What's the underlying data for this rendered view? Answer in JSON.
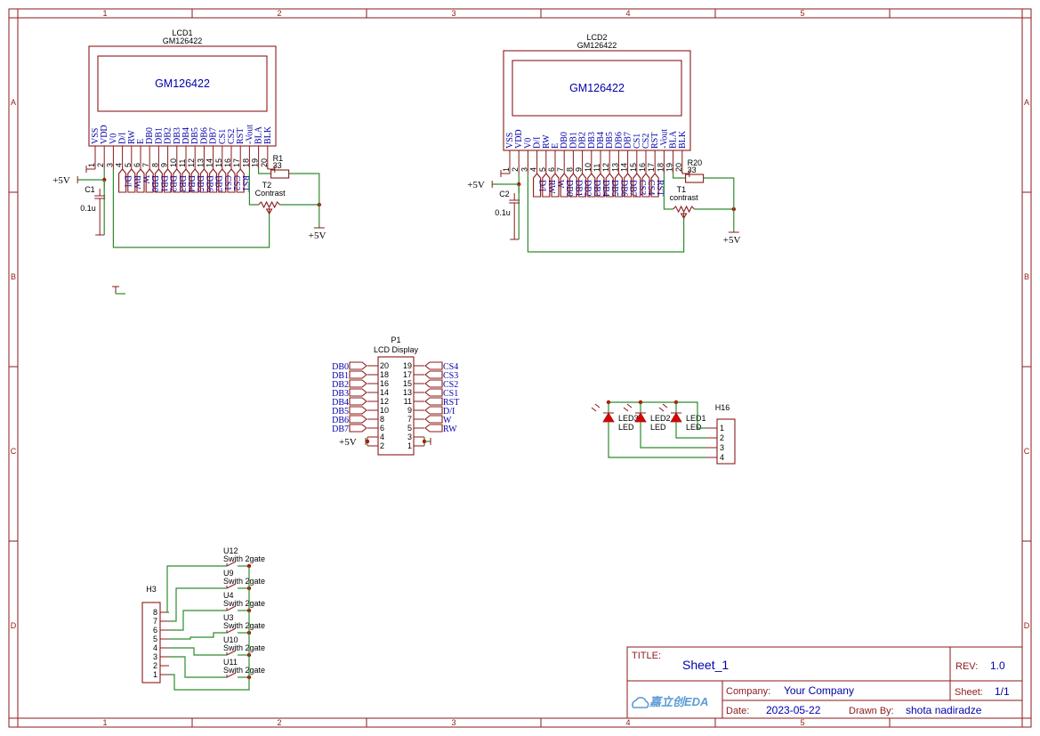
{
  "zones": {
    "columns": [
      "1",
      "2",
      "3",
      "4",
      "5"
    ],
    "rows": [
      "A",
      "B",
      "C",
      "D"
    ]
  },
  "lcd1": {
    "ref": "LCD1",
    "value": "GM126422",
    "screen_text": "GM126422",
    "pins": [
      "VSS",
      "VDD",
      "V0",
      "D/I",
      "RW",
      "E",
      "DB0",
      "DB1",
      "DB2",
      "DB3",
      "DB4",
      "DB5",
      "DB6",
      "DB7",
      "CS1",
      "CS2",
      "RST",
      "-Vout",
      "BLA",
      "BLK"
    ],
    "net_labels": [
      "D/I",
      "RW",
      "W",
      "DB0",
      "DB1",
      "DB2",
      "DB3",
      "DB4",
      "DB5",
      "DB6",
      "DB7",
      "CS1",
      "CS2",
      "RST"
    ],
    "c_ref": "C1",
    "c_value": "0.1u",
    "r_ref": "R1",
    "r_value": "33",
    "pot_ref": "T2",
    "pot_value": "Contrast",
    "supply_left": "+5V",
    "supply_right": "+5V"
  },
  "lcd2": {
    "ref": "LCD2",
    "value": "GM126422",
    "screen_text": "GM126422",
    "pins": [
      "VSS",
      "VDD",
      "V0",
      "D/I",
      "RW",
      "E",
      "DB0",
      "DB1",
      "DB2",
      "DB3",
      "DB4",
      "DB5",
      "DB6",
      "DB7",
      "CS1",
      "CS2",
      "RST",
      "-Vout",
      "BLA",
      "BLK"
    ],
    "net_labels": [
      "D/I",
      "RW",
      "W",
      "DB0",
      "DB1",
      "DB2",
      "DB3",
      "DB4",
      "DB5",
      "DB6",
      "DB7",
      "CS3",
      "CS4",
      "RST"
    ],
    "c_ref": "C2",
    "c_value": "0.1u",
    "r_ref": "R20",
    "r_value": "33",
    "pot_ref": "T1",
    "pot_value": "contrast",
    "supply_left": "+5V",
    "supply_right": "+5V"
  },
  "p1": {
    "ref": "P1",
    "value": "LCD Display",
    "left_pins": [
      "20",
      "18",
      "16",
      "14",
      "12",
      "10",
      "8",
      "6",
      "4",
      "2"
    ],
    "right_pins": [
      "19",
      "17",
      "15",
      "13",
      "11",
      "9",
      "7",
      "5",
      "3",
      "1"
    ],
    "left_nets": [
      "DB0",
      "DB1",
      "DB2",
      "DB3",
      "DB4",
      "DB5",
      "DB6",
      "DB7"
    ],
    "right_nets": [
      "CS4",
      "CS3",
      "CS2",
      "CS1",
      "RST",
      "D/I",
      "W",
      "RW"
    ],
    "supply": "+5V"
  },
  "h16": {
    "ref": "H16",
    "pins": [
      "1",
      "2",
      "3",
      "4"
    ],
    "leds": [
      {
        "ref": "LED3",
        "value": "LED"
      },
      {
        "ref": "LED2",
        "value": "LED"
      },
      {
        "ref": "LED1",
        "value": "LED"
      }
    ]
  },
  "h3": {
    "ref": "H3",
    "pins": [
      "8",
      "7",
      "6",
      "5",
      "4",
      "3",
      "2",
      "1"
    ],
    "switches": [
      {
        "ref": "U12",
        "value": "Swith 2gate"
      },
      {
        "ref": "U9",
        "value": "Swith 2gate"
      },
      {
        "ref": "U4",
        "value": "Swith 2gate"
      },
      {
        "ref": "U3",
        "value": "Swith 2gate"
      },
      {
        "ref": "U10",
        "value": "Swith 2gate"
      },
      {
        "ref": "U11",
        "value": "Swith 2gate"
      }
    ]
  },
  "title_block": {
    "title_label": "TITLE:",
    "title": "Sheet_1",
    "rev_label": "REV:",
    "rev": "1.0",
    "company_label": "Company:",
    "company": "Your Company",
    "sheet_label": "Sheet:",
    "sheet": "1/1",
    "date_label": "Date:",
    "date": "2023-05-22",
    "drawn_label": "Drawn By:",
    "drawn_by": "shota nadiradze",
    "logo_text": "嘉立创EDA"
  }
}
